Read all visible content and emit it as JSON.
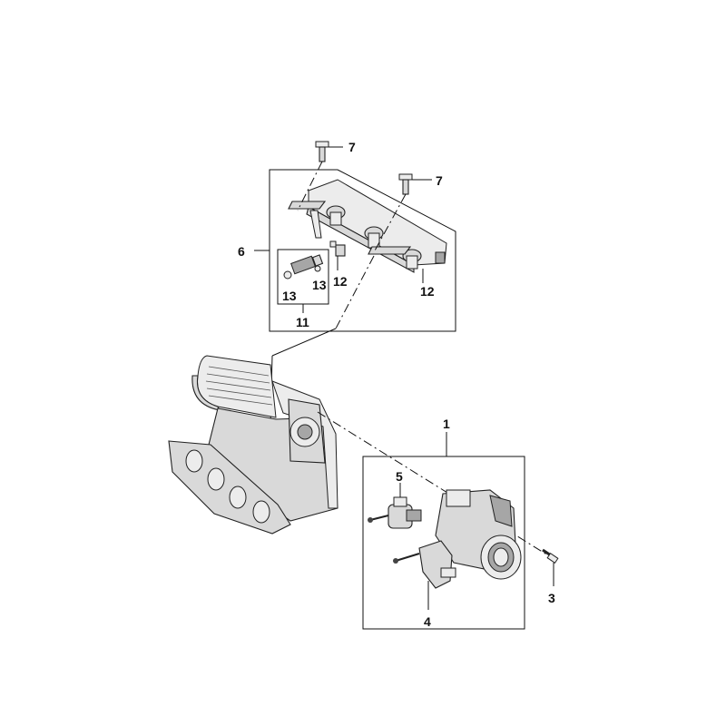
{
  "diagram": {
    "callouts": {
      "c1": "1",
      "c3": "3",
      "c4": "4",
      "c5": "5",
      "c6": "6",
      "c7a": "7",
      "c7b": "7",
      "c11": "11",
      "c12a": "12",
      "c12b": "12",
      "c13a": "13",
      "c13b": "13"
    }
  }
}
